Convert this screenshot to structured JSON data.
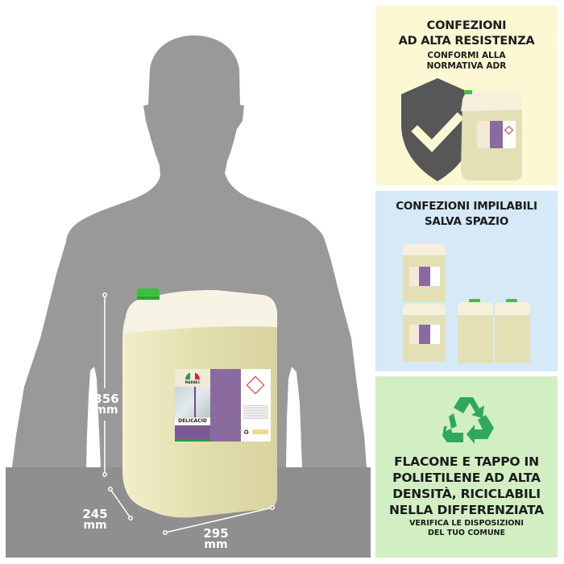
{
  "scene": {
    "silhouette_color": "#999999",
    "table_color": "#8f8f8f",
    "canister": {
      "brand": "MARBEC",
      "product_name": "DELICACID",
      "cap_color": "#3fbf3f",
      "liquid_color": "#e6e3b8",
      "label_purple": "#7b5a93",
      "hazard_icon": "corrosive-hazard-icon",
      "recycle_icon": "recycle-icon"
    },
    "dimensions": {
      "height": {
        "value": "356",
        "unit": "mm"
      },
      "depth": {
        "value": "245",
        "unit": "mm"
      },
      "width": {
        "value": "295",
        "unit": "mm"
      }
    }
  },
  "panels": {
    "adr": {
      "background": "#fbf8d3",
      "title_line1": "CONFEZIONI",
      "title_line2": "AD ALTA RESISTENZA",
      "subtitle_line1": "CONFORMI ALLA",
      "subtitle_line2": "NORMATIVA ADR",
      "icon": "shield-check-icon",
      "shield_color": "#575757"
    },
    "stack": {
      "background": "#d5e9f7",
      "title_line1": "CONFEZIONI IMPILABILI",
      "title_line2": "SALVA SPAZIO"
    },
    "recycle": {
      "background": "#d2efc4",
      "icon": "recycle-icon",
      "icon_color": "#2fa85a",
      "title_line1": "FLACONE E TAPPO IN",
      "title_line2": "POLIETILENE AD ALTA",
      "title_line3": "DENSITÀ, RICICLABILI",
      "title_line4": "NELLA DIFFERENZIATA",
      "subtitle_line1": "VERIFICA LE DISPOSIZIONI",
      "subtitle_line2": "DEL TUO COMUNE"
    }
  }
}
